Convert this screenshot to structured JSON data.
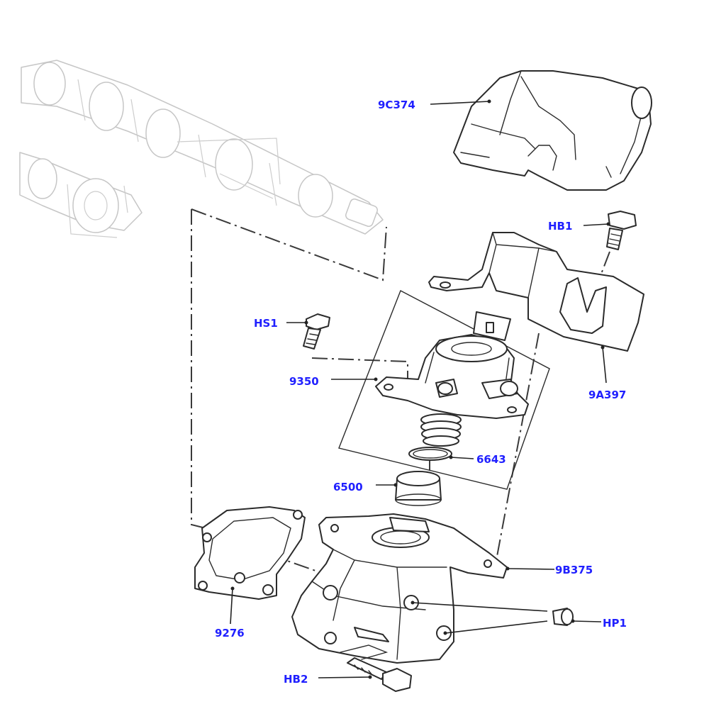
{
  "colors": {
    "callout": "#2020ff",
    "line": "#2b2b2b",
    "ghost": "#c6c6c6",
    "background": "#ffffff"
  },
  "callouts": {
    "9C374": "9C374",
    "HB1": "HB1",
    "HS1": "HS1",
    "9350": "9350",
    "9A397": "9A397",
    "6643": "6643",
    "6500": "6500",
    "9B375": "9B375",
    "HP1": "HP1",
    "9276": "9276",
    "HB2": "HB2"
  }
}
